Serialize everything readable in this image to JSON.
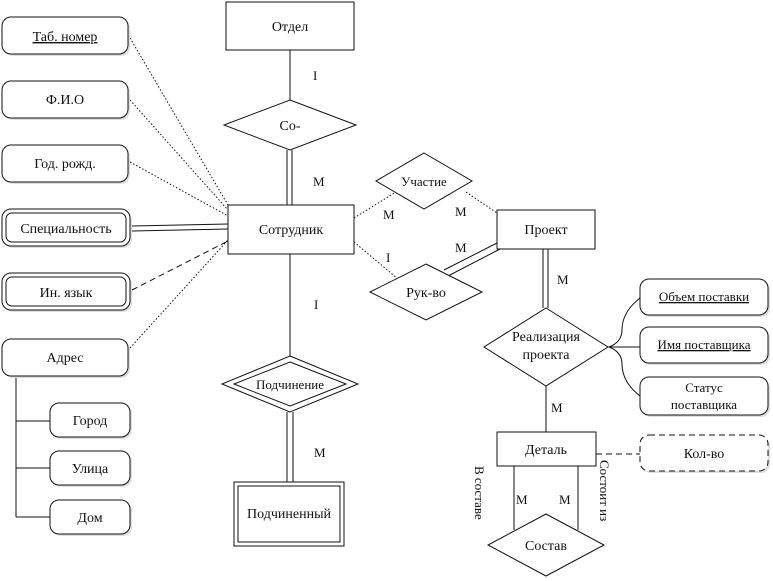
{
  "entities": {
    "department": "Отдел",
    "employee": "Сотрудник",
    "project": "Проект",
    "part": "Деталь",
    "subordinate": "Подчиненный"
  },
  "attributes": {
    "tab_number": "Таб. номер",
    "full_name": "Ф.И.О",
    "birth_year": "Год. рожд.",
    "specialty": "Специальность",
    "foreign_language": "Ин. язык",
    "address": "Адрес",
    "city": "Город",
    "street": "Улица",
    "house": "Дом",
    "supply_volume": "Объем поставки",
    "supplier_name": "Имя поставщика",
    "supplier_status_line1": "Статус",
    "supplier_status_line2": "поставщика",
    "quantity": "Кол-во"
  },
  "relationships": {
    "co": "Со-",
    "participation": "Участие",
    "management": "Рук-во",
    "subordination": "Подчинение",
    "implementation_line1": "Реализация",
    "implementation_line2": "проекта",
    "composition": "Состав"
  },
  "roles": {
    "included_in": "В составе",
    "consists_of": "Состоит из"
  },
  "cardinalities": {
    "dept_co": "I",
    "co_employee": "M",
    "emp_participation": "M",
    "participation_project": "M",
    "emp_management": "I",
    "management_project": "M",
    "emp_subordination": "I",
    "subordination_subordinate": "M",
    "project_implementation": "M",
    "implementation_part": "M",
    "part_composition_left": "M",
    "part_composition_right": "M"
  }
}
